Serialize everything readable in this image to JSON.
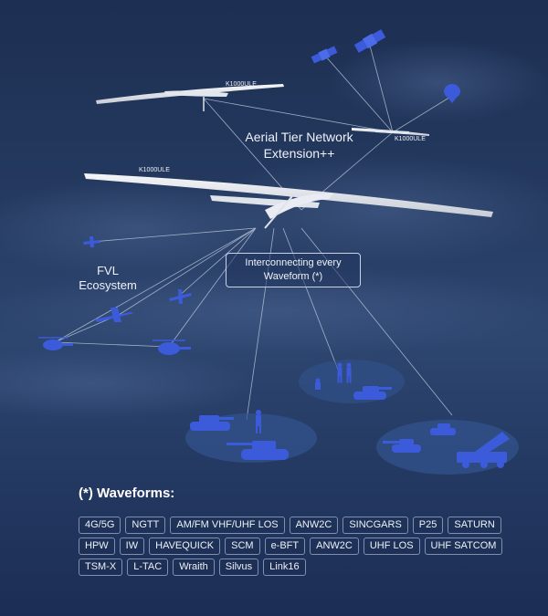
{
  "aircraft_label": "K1000ULE",
  "aerial_tier_title": "Aerial Tier Network Extension++",
  "aerial_tier_title_lines": [
    "Aerial Tier Network",
    "Extension++"
  ],
  "fvl_label_lines": [
    "FVL",
    "Ecosystem"
  ],
  "callout_lines": [
    "Interconnecting every",
    "Waveform (*)"
  ],
  "waveforms_title": "(*) Waveforms:",
  "waveform_rows": [
    [
      "4G/5G",
      "NGTT",
      "AM/FM VHF/UHF LOS",
      "ANW2C",
      "SINCGARS",
      "P25",
      "SATURN"
    ],
    [
      "HPW",
      "IW",
      "HAVEQUICK",
      "SCM",
      "e-BFT",
      "ANW2C",
      "UHF LOS",
      "UHF SATCOM"
    ],
    [
      "TSM-X",
      "L-TAC",
      "Wraith",
      "Silvus",
      "Link16"
    ]
  ],
  "colors": {
    "sky_top": "#1d2f52",
    "sky_mid": "#2d4670",
    "asset_blue": "#3b5bdb",
    "aircraft_white": "#e9ecf2",
    "link_line": "#c9d3e6"
  },
  "icons": [
    "satellite-icon",
    "satellite-icon",
    "balloon-icon",
    "drone-icon",
    "fighter-jet-icon",
    "helicopter-icon",
    "tank-icon",
    "soldier-icon",
    "truck-launcher-icon"
  ]
}
